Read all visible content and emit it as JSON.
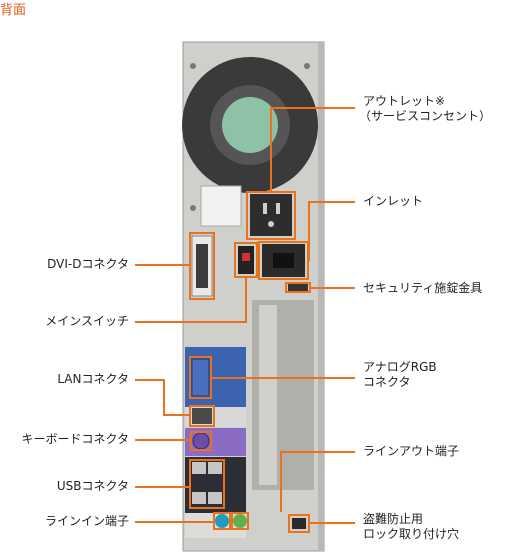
{
  "title": "背面",
  "colors": {
    "accent": "#e8731c",
    "title": "#e05a1a",
    "chassis": "#c9c9c6",
    "port_blue": "#3b63b0",
    "port_purple": "#8a6cc4",
    "port_teal": "#1f9bc1",
    "port_green": "#5fb04a"
  },
  "labels": {
    "outlet_line1": "アウトレット※",
    "outlet_line2": "（サービスコンセント）",
    "inlet": "インレット",
    "dvi": "DVI-Dコネクタ",
    "security_lock": "セキュリティ施錠金具",
    "main_switch": "メインスイッチ",
    "lan": "LANコネクタ",
    "analog_rgb_line1": "アナログRGB",
    "analog_rgb_line2": "コネクタ",
    "keyboard": "キーボードコネクタ",
    "line_out": "ラインアウト端子",
    "usb": "USBコネクタ",
    "line_in": "ラインイン端子",
    "antitheft_line1": "盗難防止用",
    "antitheft_line2": "ロック取り付け穴"
  }
}
